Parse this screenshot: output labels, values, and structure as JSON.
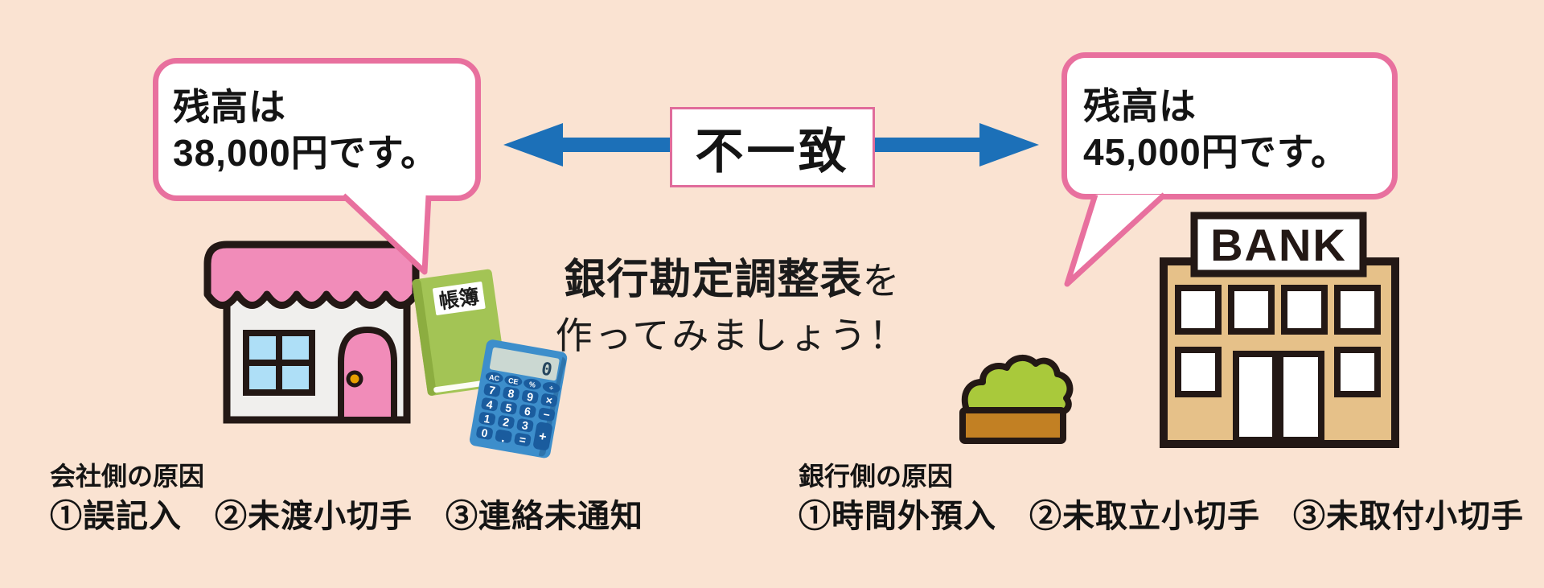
{
  "bubbles": {
    "left": {
      "line1": "残高は",
      "line2": "38,000円です。"
    },
    "right": {
      "line1": "残高は",
      "line2": "45,000円です。"
    }
  },
  "mismatch_label": "不一致",
  "title": {
    "emphasis": "銀行勘定調整表",
    "particle": "を",
    "line2": "作ってみましょう！"
  },
  "company_causes": {
    "heading": "会社側の原因",
    "items": "①誤記入　②未渡小切手　③連絡未通知"
  },
  "bank_causes": {
    "heading": "銀行側の原因",
    "items": "①時間外預入　②未取立小切手　③未取付小切手"
  },
  "illustrations": {
    "bank": {
      "sign": "BANK"
    },
    "ledger": {
      "label": "帳簿"
    },
    "calculator": {
      "display": "0",
      "keys": [
        "AC",
        "CE",
        "%",
        "÷",
        "7",
        "8",
        "9",
        "×",
        "4",
        "5",
        "6",
        "−",
        "1",
        "2",
        "3",
        "+",
        "0",
        ".",
        "="
      ]
    }
  },
  "colors": {
    "background": "#FAE3D2",
    "bubble_pink": "#E8709E",
    "box_border_pink": "#E06C9B",
    "arrow_blue": "#1C70B8",
    "outline_black": "#231815",
    "shop_pink": "#F18CB9",
    "wall_white": "#F0EFED",
    "window_blue": "#AEDFF7",
    "knob_gold": "#E8A000",
    "book_green": "#A3C455",
    "book_spine": "#8CAD40",
    "calc_body": "#3D8ECB",
    "calc_key": "#1A5C9E",
    "calc_screen": "#CBD8D2",
    "bank_tan": "#E6C189",
    "bush_green": "#A9C93B",
    "planter_brown": "#C28023"
  }
}
